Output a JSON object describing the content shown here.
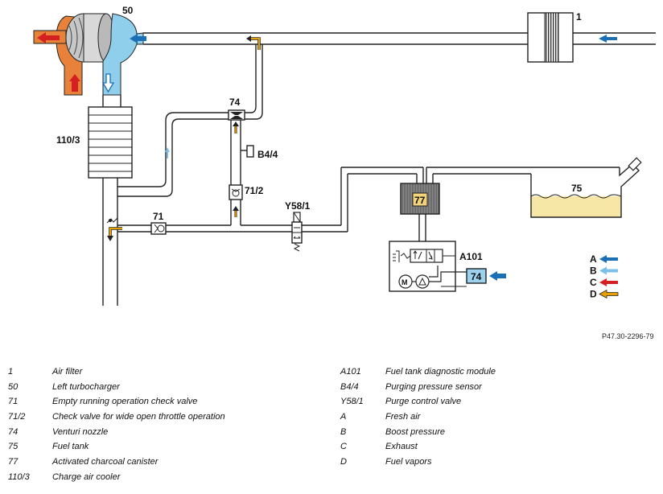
{
  "diagram": {
    "labels": {
      "filter": "1",
      "turbo": "50",
      "cooler": "110/3",
      "venturi": "74",
      "purge_sensor": "B4/4",
      "check_wot": "71/2",
      "purge_valve": "Y58/1",
      "check_running": "71",
      "canister": "77",
      "tank": "75",
      "module": "A101",
      "module_nozzle": "74",
      "pump_motor": "M"
    },
    "key": [
      {
        "letter": "A",
        "color": "#1a6fb5"
      },
      {
        "letter": "B",
        "color": "#7cc0ea"
      },
      {
        "letter": "C",
        "color": "#d42020"
      },
      {
        "letter": "D",
        "color": "#e8a000"
      }
    ],
    "colors": {
      "fresh_air": "#1a6fb5",
      "boost": "#7cc0ea",
      "exhaust": "#d42020",
      "vapor": "#e8a000",
      "turbo_hot": "#e8823a",
      "turbo_cold": "#8fcfec",
      "fuel": "#f7e7a6",
      "canister": "#9a9a9a",
      "canister_label_bg": "#f5d37a"
    },
    "doc_number": "P47.30-2296-79"
  },
  "legend_left": [
    {
      "code": "1",
      "desc": "Air filter"
    },
    {
      "code": "50",
      "desc": "Left turbocharger"
    },
    {
      "code": "71",
      "desc": "Empty running operation check valve"
    },
    {
      "code": "71/2",
      "desc": "Check valve for wide open throttle operation"
    },
    {
      "code": "74",
      "desc": "Venturi nozzle"
    },
    {
      "code": "75",
      "desc": "Fuel tank"
    },
    {
      "code": "77",
      "desc": "Activated charcoal canister"
    },
    {
      "code": "110/3",
      "desc": "Charge air cooler"
    }
  ],
  "legend_right": [
    {
      "code": "A101",
      "desc": "Fuel tank diagnostic module"
    },
    {
      "code": "B4/4",
      "desc": "Purging pressure sensor"
    },
    {
      "code": "Y58/1",
      "desc": "Purge control valve"
    },
    {
      "code": "A",
      "desc": "Fresh air"
    },
    {
      "code": "B",
      "desc": "Boost pressure"
    },
    {
      "code": "C",
      "desc": "Exhaust"
    },
    {
      "code": "D",
      "desc": "Fuel vapors"
    }
  ]
}
